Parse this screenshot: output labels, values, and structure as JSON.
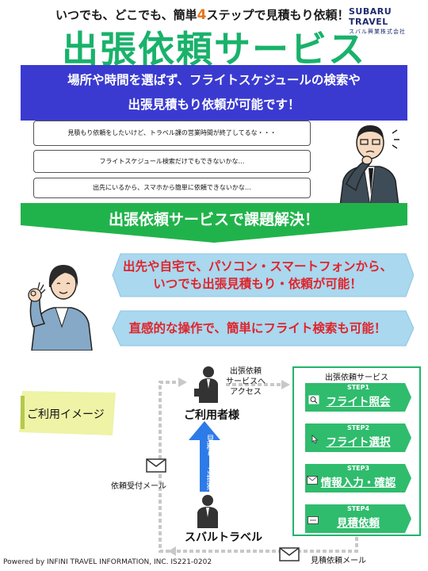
{
  "header": {
    "tagline_prefix": "いつでも、どこでも、簡単",
    "tagline_number": "4",
    "tagline_suffix": "ステップで見積もり依頼！",
    "brand_en": "SUBARU TRAVEL",
    "brand_jp": "スバル興業株式会社",
    "title": "出張依頼サービス"
  },
  "banner": {
    "line1": "場所や時間を選ばず、フライトスケジュールの検索や",
    "line2": "出張見積もり依頼が可能です！"
  },
  "concerns": [
    "見積もり依頼をしたいけど、トラベル課の営業時間が終了してるな・・・",
    "フライトスケジュール検索だけでもできないかな…",
    "出先にいるから、スマホから簡単に依頼できないかな…"
  ],
  "solution": "出張依頼サービスで課題解決！",
  "features": {
    "f1_line1": "出先や自宅で、パソコン・スマートフォンから、",
    "f1_line2": "いつでも出張見積もり・依頼が可能！",
    "f2": "直感的な操作で、簡単にフライト検索も可能！"
  },
  "usage": {
    "label": "ご利用イメージ",
    "user": "ご利用者様",
    "access_line1": "出張依頼",
    "access_line2": "サービスへ",
    "access_line3": "アクセス",
    "estimate": "見積り・ご提案",
    "subaru": "スバルトラベル",
    "receive_mail": "依頼受付メール",
    "request_mail": "見積依頼メール",
    "service_title": "出張依頼サービス",
    "steps": [
      {
        "tag": "STEP1",
        "name": "フライト照会",
        "icon": "search-icon"
      },
      {
        "tag": "STEP2",
        "name": "フライト選択",
        "icon": "pointer-icon"
      },
      {
        "tag": "STEP3",
        "name": "情報入力・確認",
        "icon": "mail-icon"
      },
      {
        "tag": "STEP4",
        "name": "見積依頼",
        "icon": "card-icon"
      }
    ]
  },
  "footer": "Powered by INFINI TRAVEL INFORMATION, INC.   IS221-0202",
  "colors": {
    "title_green": "#19b26b",
    "banner_blue": "#3a3ad0",
    "feature_blue": "#9fd6f0",
    "accent_red": "#e0242b",
    "accent_orange": "#e8731a"
  }
}
